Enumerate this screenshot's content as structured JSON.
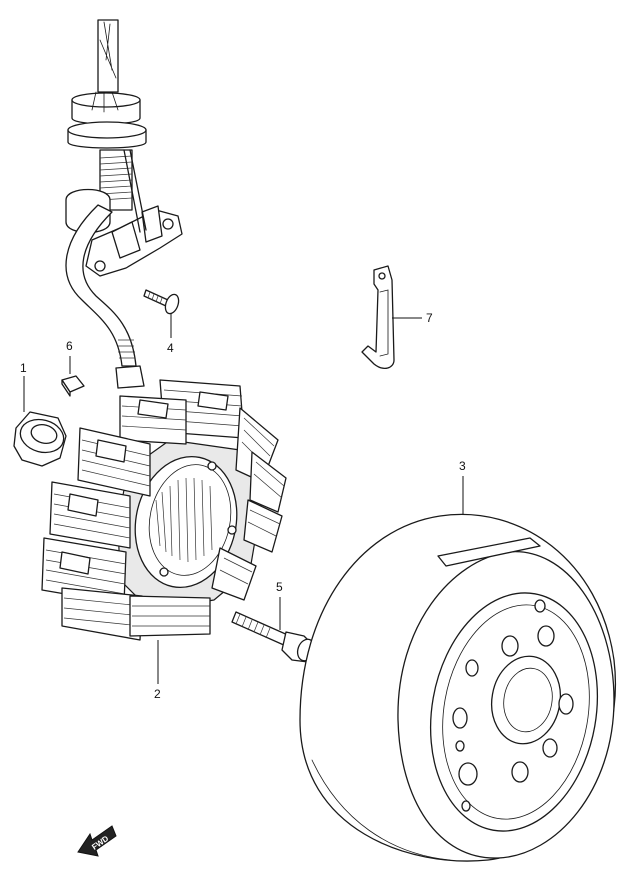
{
  "callouts": [
    {
      "id": "1",
      "label": "1"
    },
    {
      "id": "2",
      "label": "2"
    },
    {
      "id": "3",
      "label": "3"
    },
    {
      "id": "4",
      "label": "4"
    },
    {
      "id": "5",
      "label": "5"
    },
    {
      "id": "6",
      "label": "6"
    },
    {
      "id": "7",
      "label": "7"
    }
  ],
  "fwd_marker": {
    "label": "FWD",
    "icon": "arrow-fwd-icon"
  },
  "colors": {
    "line": "#1a1a1a",
    "background": "#ffffff"
  }
}
